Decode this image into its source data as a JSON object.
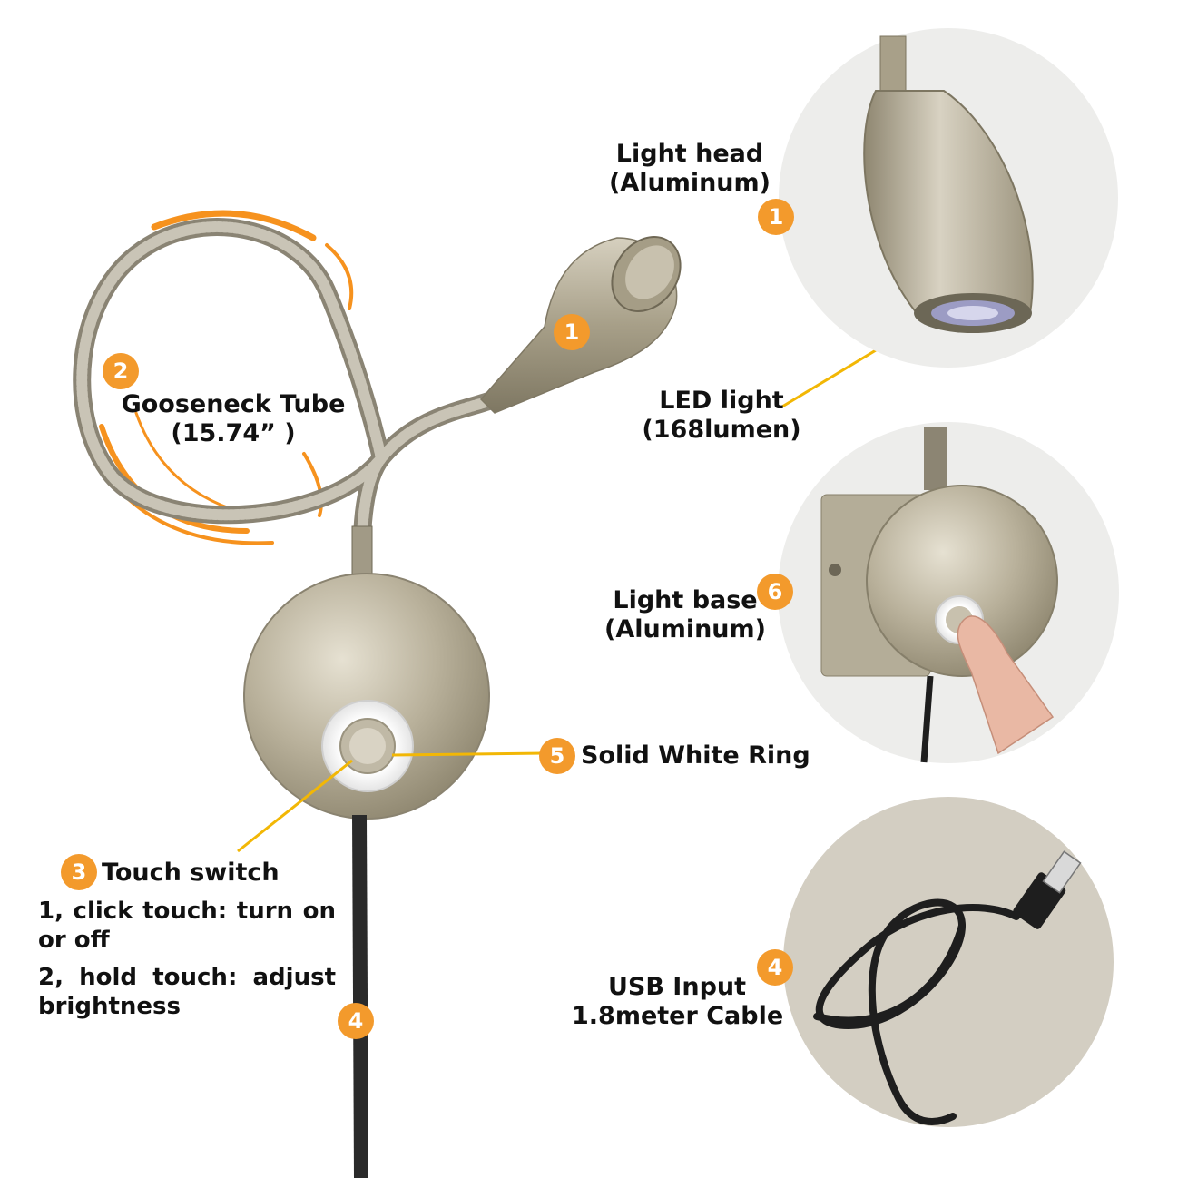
{
  "colors": {
    "badge": "#F39A2C",
    "arc": "#F6921E",
    "leader": "#F2B705",
    "metal": "#B5AD97",
    "circle_bg": "#EDEDEB",
    "cable_bg": "#D3CEC2",
    "cable": "#1E1E1E"
  },
  "callouts": {
    "light_head": {
      "badge": "1",
      "line1": "Light head",
      "line2": "(Aluminum)"
    },
    "gooseneck": {
      "badge": "2",
      "line1": "Gooseneck Tube",
      "line2": "(15.74” )"
    },
    "touch_switch": {
      "badge": "3",
      "title": "Touch switch",
      "desc1": "1, click touch: turn on or off",
      "desc2": "2, hold touch: adjust brightness"
    },
    "usb_input": {
      "badge": "4",
      "line1": "USB Input",
      "line2": "1.8meter Cable"
    },
    "solid_ring": {
      "badge": "5",
      "text": "Solid White Ring"
    },
    "light_base": {
      "badge": "6",
      "line1": "Light base",
      "line2": "(Aluminum)"
    },
    "led_light": {
      "line1": "LED light",
      "line2": "(168lumen)"
    }
  }
}
